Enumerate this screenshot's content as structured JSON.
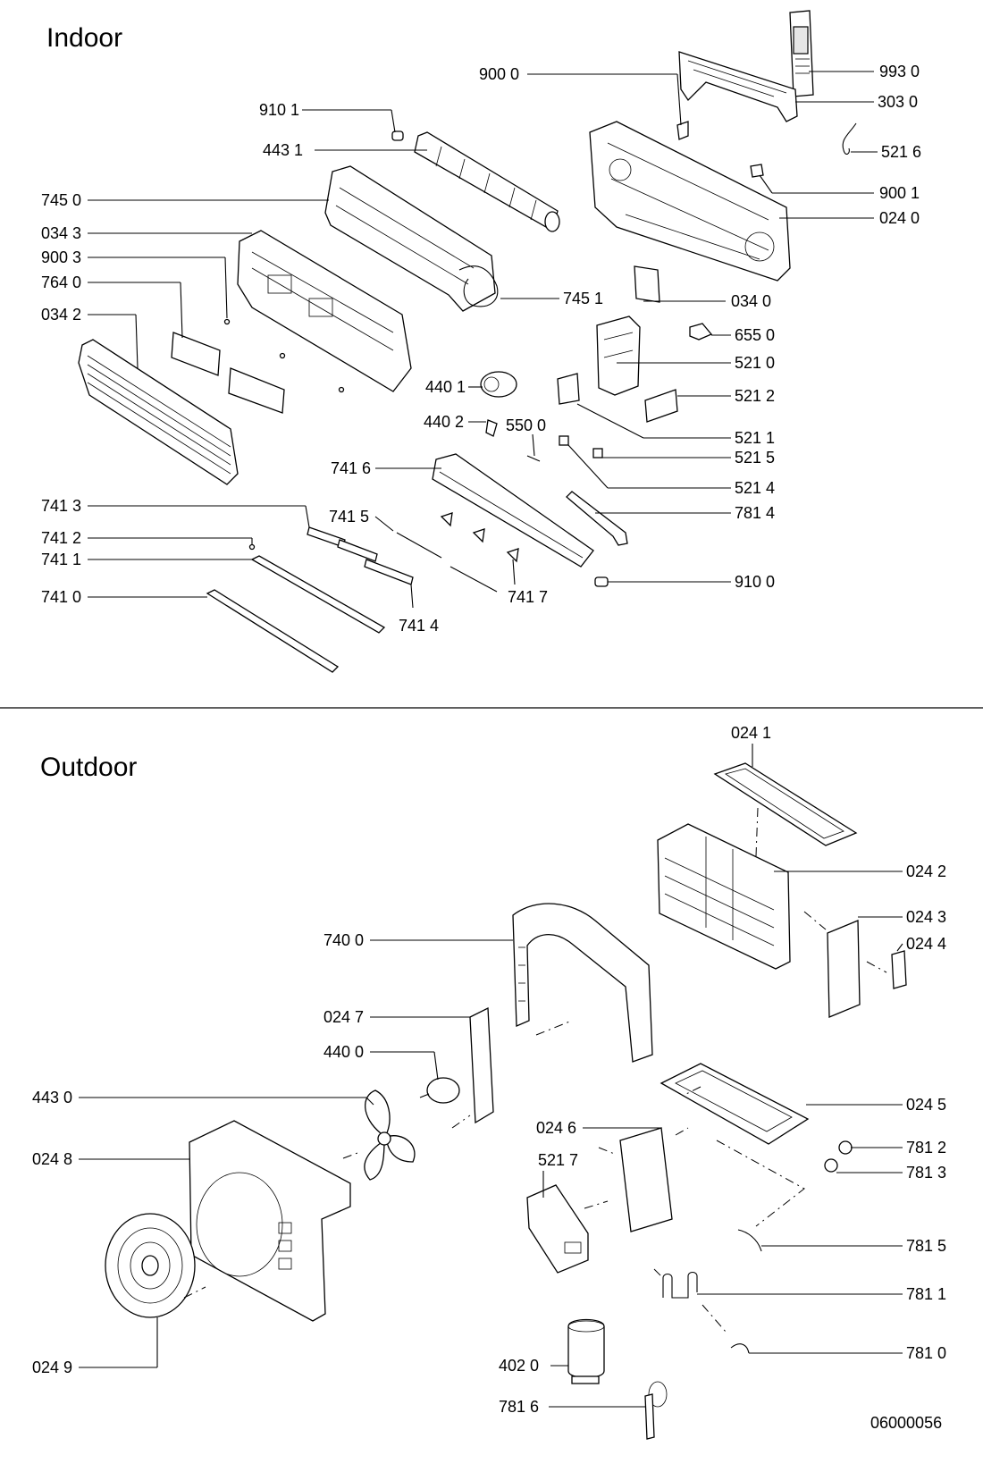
{
  "sections": {
    "indoor": "Indoor",
    "outdoor": "Outdoor"
  },
  "document_number": "06000056",
  "indoor_parts": [
    {
      "id": "9930",
      "label": "993 0"
    },
    {
      "id": "9000",
      "label": "900 0"
    },
    {
      "id": "3030",
      "label": "303 0"
    },
    {
      "id": "9101",
      "label": "910 1"
    },
    {
      "id": "4431",
      "label": "443 1"
    },
    {
      "id": "5216",
      "label": "521 6"
    },
    {
      "id": "9001",
      "label": "900 1"
    },
    {
      "id": "7450",
      "label": "745 0"
    },
    {
      "id": "0240",
      "label": "024 0"
    },
    {
      "id": "0343",
      "label": "034 3"
    },
    {
      "id": "9003",
      "label": "900 3"
    },
    {
      "id": "7640",
      "label": "764 0"
    },
    {
      "id": "7451",
      "label": "745 1"
    },
    {
      "id": "0340",
      "label": "034 0"
    },
    {
      "id": "0342",
      "label": "034 2"
    },
    {
      "id": "6550",
      "label": "655 0"
    },
    {
      "id": "5210",
      "label": "521 0"
    },
    {
      "id": "4401",
      "label": "440 1"
    },
    {
      "id": "5212",
      "label": "521 2"
    },
    {
      "id": "4402",
      "label": "440 2"
    },
    {
      "id": "5500",
      "label": "550 0"
    },
    {
      "id": "5211",
      "label": "521 1"
    },
    {
      "id": "5215",
      "label": "521 5"
    },
    {
      "id": "7416",
      "label": "741 6"
    },
    {
      "id": "5214",
      "label": "521 4"
    },
    {
      "id": "7413",
      "label": "741 3"
    },
    {
      "id": "7415",
      "label": "741 5"
    },
    {
      "id": "7814",
      "label": "781 4"
    },
    {
      "id": "7412",
      "label": "741 2"
    },
    {
      "id": "7411",
      "label": "741 1"
    },
    {
      "id": "9100",
      "label": "910 0"
    },
    {
      "id": "7417",
      "label": "741 7"
    },
    {
      "id": "7410",
      "label": "741 0"
    },
    {
      "id": "7414",
      "label": "741 4"
    }
  ],
  "outdoor_parts": [
    {
      "id": "0241",
      "label": "024 1"
    },
    {
      "id": "0242",
      "label": "024 2"
    },
    {
      "id": "0243",
      "label": "024 3"
    },
    {
      "id": "7400",
      "label": "740 0"
    },
    {
      "id": "0244",
      "label": "024 4"
    },
    {
      "id": "0247",
      "label": "024 7"
    },
    {
      "id": "4400",
      "label": "440 0"
    },
    {
      "id": "4430",
      "label": "443 0"
    },
    {
      "id": "0245",
      "label": "024 5"
    },
    {
      "id": "0246",
      "label": "024 6"
    },
    {
      "id": "0248",
      "label": "024 8"
    },
    {
      "id": "7812",
      "label": "781 2"
    },
    {
      "id": "5217",
      "label": "521 7"
    },
    {
      "id": "7813",
      "label": "781 3"
    },
    {
      "id": "7815",
      "label": "781 5"
    },
    {
      "id": "7811",
      "label": "781 1"
    },
    {
      "id": "0249",
      "label": "024 9"
    },
    {
      "id": "4020",
      "label": "402 0"
    },
    {
      "id": "7810",
      "label": "781 0"
    },
    {
      "id": "7816",
      "label": "781 6"
    }
  ]
}
